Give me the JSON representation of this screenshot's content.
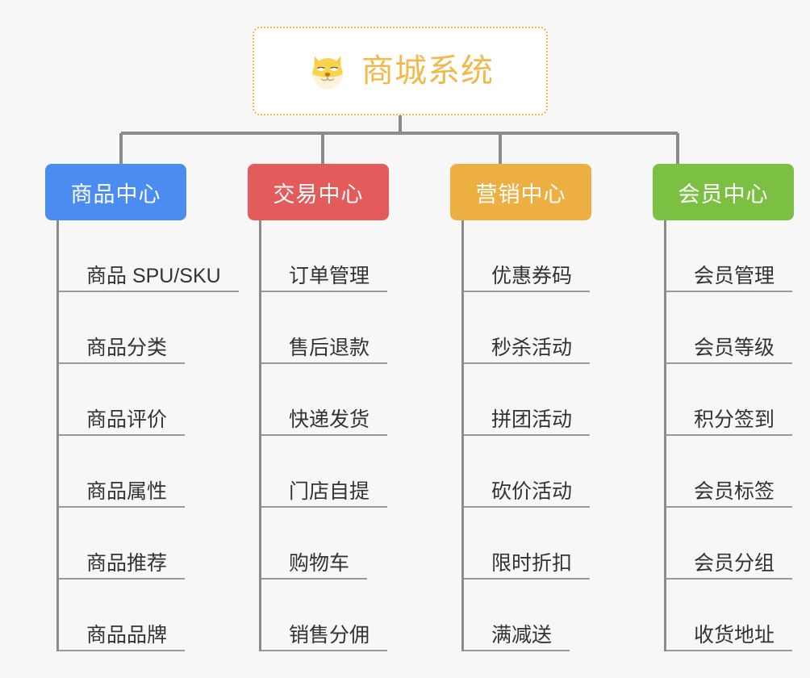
{
  "root": {
    "title": "商城系统",
    "icon": "dog-face-emoji",
    "accent_color": "#f0b94c",
    "border_style": "dotted"
  },
  "columns": [
    {
      "id": "product-center",
      "header": "商品中心",
      "color": "#4a8cf0",
      "items": [
        "商品 SPU/SKU",
        "商品分类",
        "商品评价",
        "商品属性",
        "商品推荐",
        "商品品牌"
      ]
    },
    {
      "id": "trade-center",
      "header": "交易中心",
      "color": "#e35b5b",
      "items": [
        "订单管理",
        "售后退款",
        "快递发货",
        "门店自提",
        "购物车",
        "销售分佣"
      ]
    },
    {
      "id": "marketing-center",
      "header": "营销中心",
      "color": "#eeaf42",
      "items": [
        "优惠券码",
        "秒杀活动",
        "拼团活动",
        "砍价活动",
        "限时折扣",
        "满减送"
      ]
    },
    {
      "id": "member-center",
      "header": "会员中心",
      "color": "#7bc043",
      "items": [
        "会员管理",
        "会员等级",
        "积分签到",
        "会员标签",
        "会员分组",
        "收货地址"
      ]
    }
  ],
  "theme": {
    "background": "#f7f7f7",
    "connector_color": "#8b8b8b",
    "leaf_text_color": "#333333",
    "leaf_rule_color": "#9a9a9a"
  }
}
